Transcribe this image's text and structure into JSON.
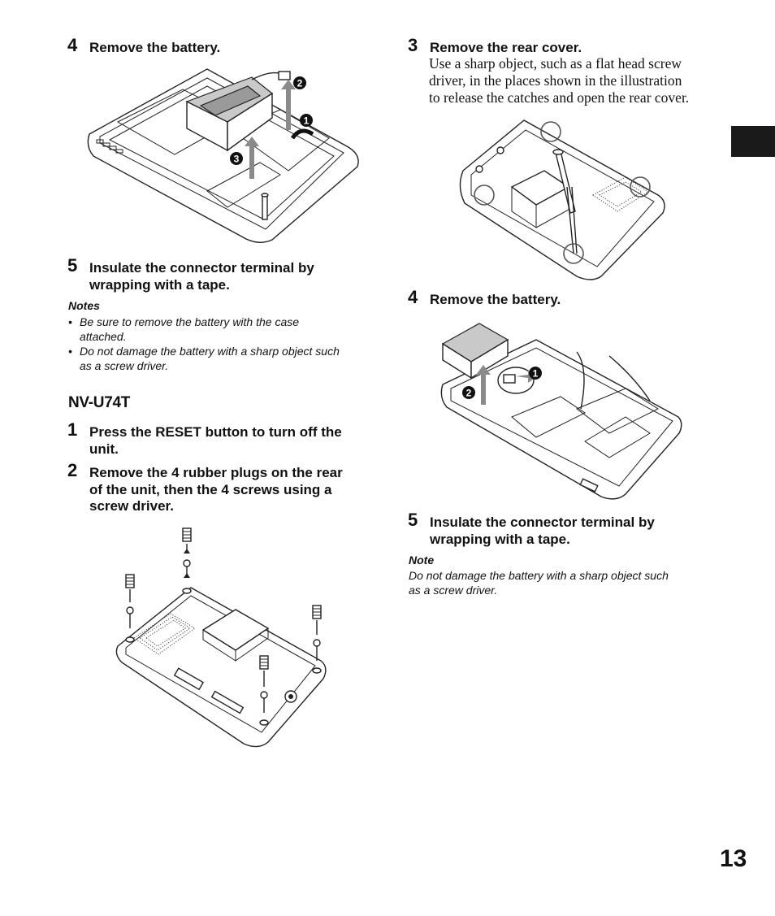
{
  "left_column": {
    "step4": {
      "number": "4",
      "title": "Remove the battery."
    },
    "step5": {
      "number": "5",
      "title_line1": "Insulate the connector terminal by",
      "title_line2": "wrapping with a tape."
    },
    "notes": {
      "heading": "Notes",
      "items": [
        {
          "bullet": "•",
          "line1": "Be sure to remove the battery with the case",
          "line2": "attached."
        },
        {
          "bullet": "•",
          "line1": "Do not damage the battery with a sharp object such",
          "line2": "as a screw driver."
        }
      ]
    },
    "section_title": "NV-U74T",
    "step1": {
      "number": "1",
      "title_line1": "Press the RESET button to turn off the",
      "title_line2": "unit."
    },
    "step2": {
      "number": "2",
      "title_line1": "Remove the 4 rubber plugs on the rear",
      "title_line2": "of the unit, then the 4 screws using a",
      "title_line3": "screw driver."
    },
    "callouts": {
      "one": "1",
      "two": "2",
      "three": "3"
    }
  },
  "right_column": {
    "step3": {
      "number": "3",
      "title": "Remove the rear cover.",
      "body_line1": "Use a sharp object, such as a flat head screw",
      "body_line2": "driver, in the places shown in the illustration",
      "body_line3": "to release the catches and open the rear cover."
    },
    "step4": {
      "number": "4",
      "title": "Remove the battery."
    },
    "step5": {
      "number": "5",
      "title_line1": "Insulate the connector terminal by",
      "title_line2": "wrapping with a tape."
    },
    "note": {
      "heading": "Note",
      "line1": "Do not damage the battery with a sharp object such",
      "line2": "as a screw driver."
    },
    "callouts": {
      "one": "1",
      "two": "2"
    }
  },
  "page_number": "13",
  "colors": {
    "text": "#111111",
    "tab": "#1a1a1a",
    "arrow": "#8a8a8a"
  }
}
